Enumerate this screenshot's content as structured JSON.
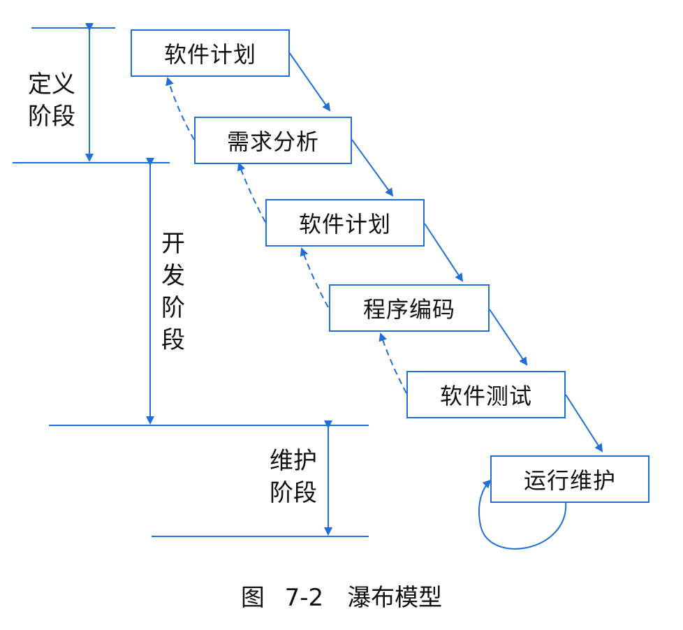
{
  "colors": {
    "line": "#1f6fd6",
    "box_border": "#1f6fd6",
    "text": "#111111"
  },
  "stages": [
    {
      "label": "软件计划"
    },
    {
      "label": "需求分析"
    },
    {
      "label": "软件计划"
    },
    {
      "label": "程序编码"
    },
    {
      "label": "软件测试"
    },
    {
      "label": "运行维护"
    }
  ],
  "phases": {
    "definition": {
      "line1": "定义",
      "line2": "阶段"
    },
    "development": {
      "line1": "开发",
      "line2": "阶段"
    },
    "maintenance": {
      "line1": "维护",
      "line2": "阶段"
    }
  },
  "caption": "图 7-2　瀑布模型"
}
